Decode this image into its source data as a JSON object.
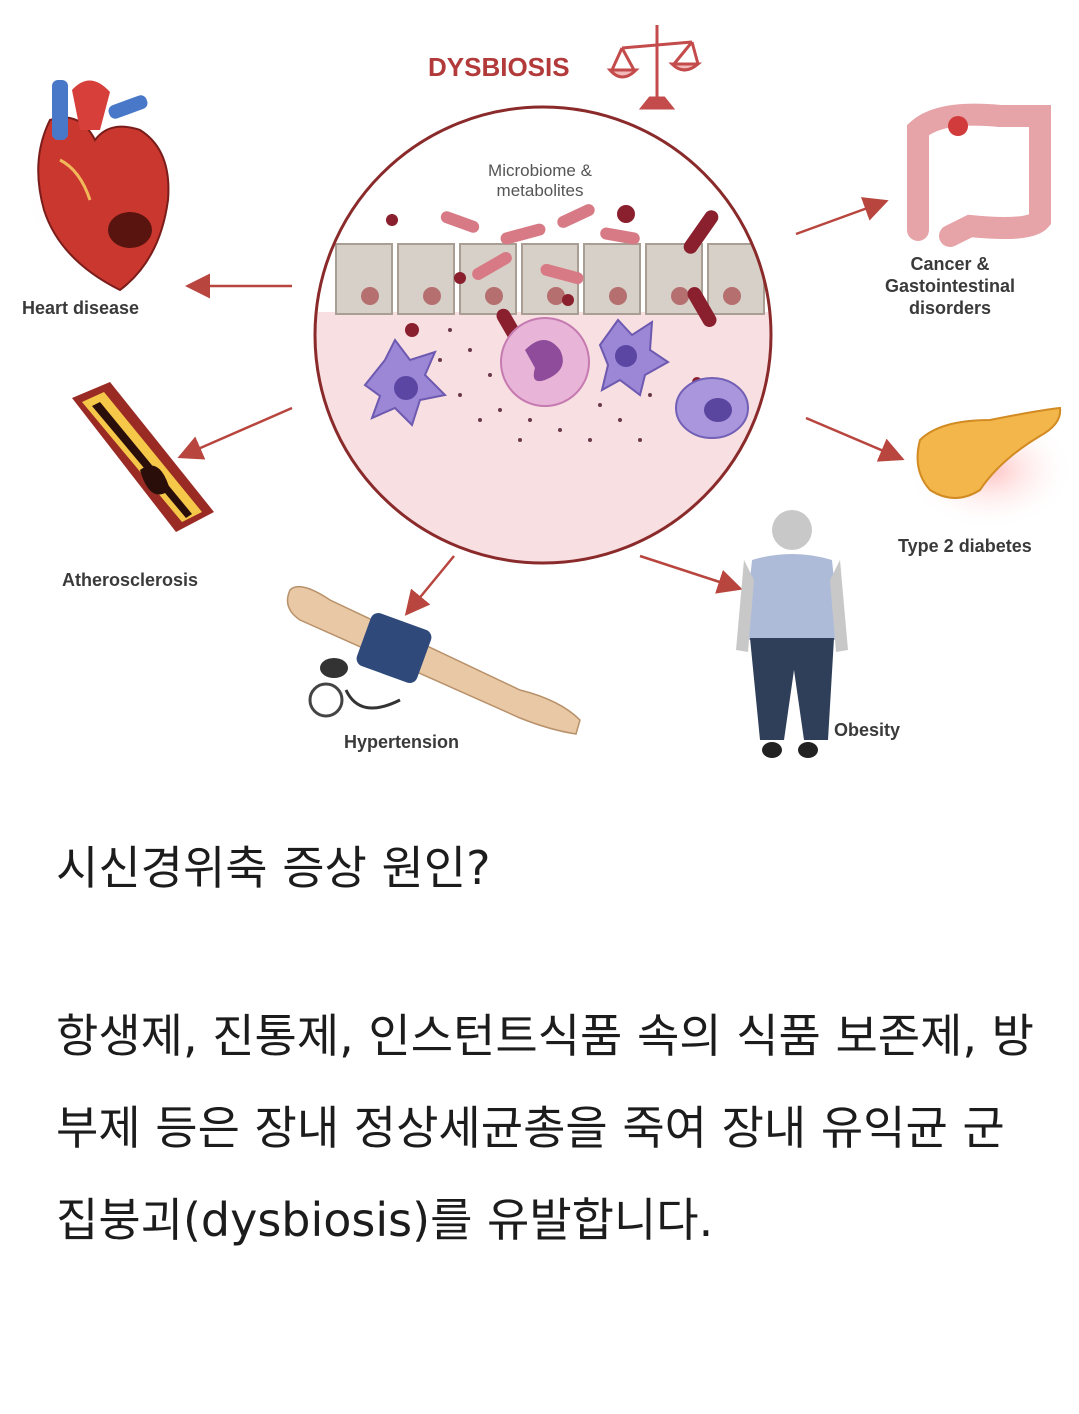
{
  "diagram": {
    "title": "DYSBIOSIS",
    "center_label_line1": "Microbiome &",
    "center_label_line2": "metabolites",
    "outcomes": {
      "heart": "Heart disease",
      "athero": "Atherosclerosis",
      "hypertension": "Hypertension",
      "obesity": "Obesity",
      "diabetes": "Type 2 diabetes",
      "cancer_line1": "Cancer &",
      "cancer_line2": "Gastointestinal",
      "cancer_line3": "disorders"
    },
    "colors": {
      "title": "#b23a3a",
      "circle_outline": "#8a2a2a",
      "tissue": "#f8dfe2",
      "arrow": "#b8463f"
    }
  },
  "article": {
    "heading": "시신경위축 증상 원인?",
    "paragraph": "항생제, 진통제, 인스턴트식품 속의 식품 보존제, 방부제 등은 장내 정상세균총을 죽여 장내 유익균 군집붕괴(dysbiosis)를 유발합니다."
  }
}
